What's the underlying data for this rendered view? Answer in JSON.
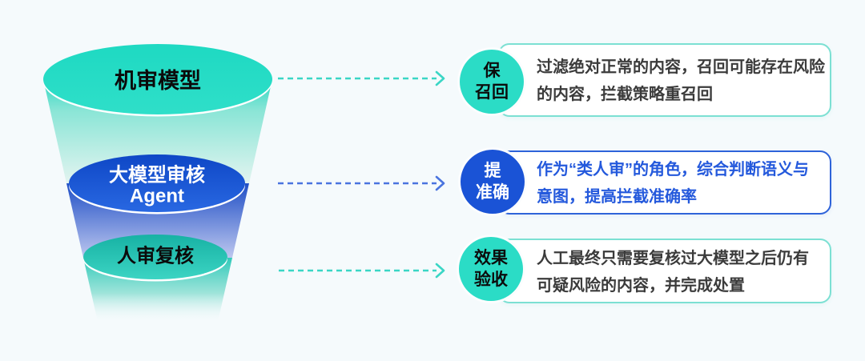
{
  "funnel": {
    "levels": [
      {
        "id": "machine-review",
        "label": "机审模型",
        "color_key": "teal"
      },
      {
        "id": "llm-review-agent",
        "label_line1": "大模型审核",
        "label_line2": "Agent",
        "color_key": "blue"
      },
      {
        "id": "human-review",
        "label": "人审复核",
        "color_key": "teal"
      }
    ]
  },
  "cards": [
    {
      "badge": {
        "line1": "保",
        "line2": "召回"
      },
      "body": {
        "line1": "过滤绝对正常的内容，召回可能存在风险",
        "line2": "的内容，拦截策略重召回"
      },
      "accent": "teal"
    },
    {
      "badge": {
        "line1": "提",
        "line2": "准确"
      },
      "body": {
        "line1": "作为“类人审”的角色，综合判断语义与",
        "line2": "意图，提高拦截准确率"
      },
      "accent": "blue"
    },
    {
      "badge": {
        "line1": "效果",
        "line2": "验收"
      },
      "body": {
        "line1": "人工最终只需要复核过大模型之后仍有",
        "line2": "可疑风险的内容，并完成处置"
      },
      "accent": "teal"
    }
  ],
  "colors": {
    "background": "#F5FAFC",
    "teal": "#2BDCC6",
    "blue": "#1A53D6",
    "teal_border": "#7CE0D3",
    "blue_border": "#2E63D9",
    "card_text_dark": "#3B3B3B",
    "card_text_blue": "#2459DC",
    "arrow_teal": "#3AD6C5",
    "arrow_blue": "#4A74DF",
    "funnel_label_dark": "#0B0B0B",
    "funnel_label_light": "#FFFFFF"
  }
}
